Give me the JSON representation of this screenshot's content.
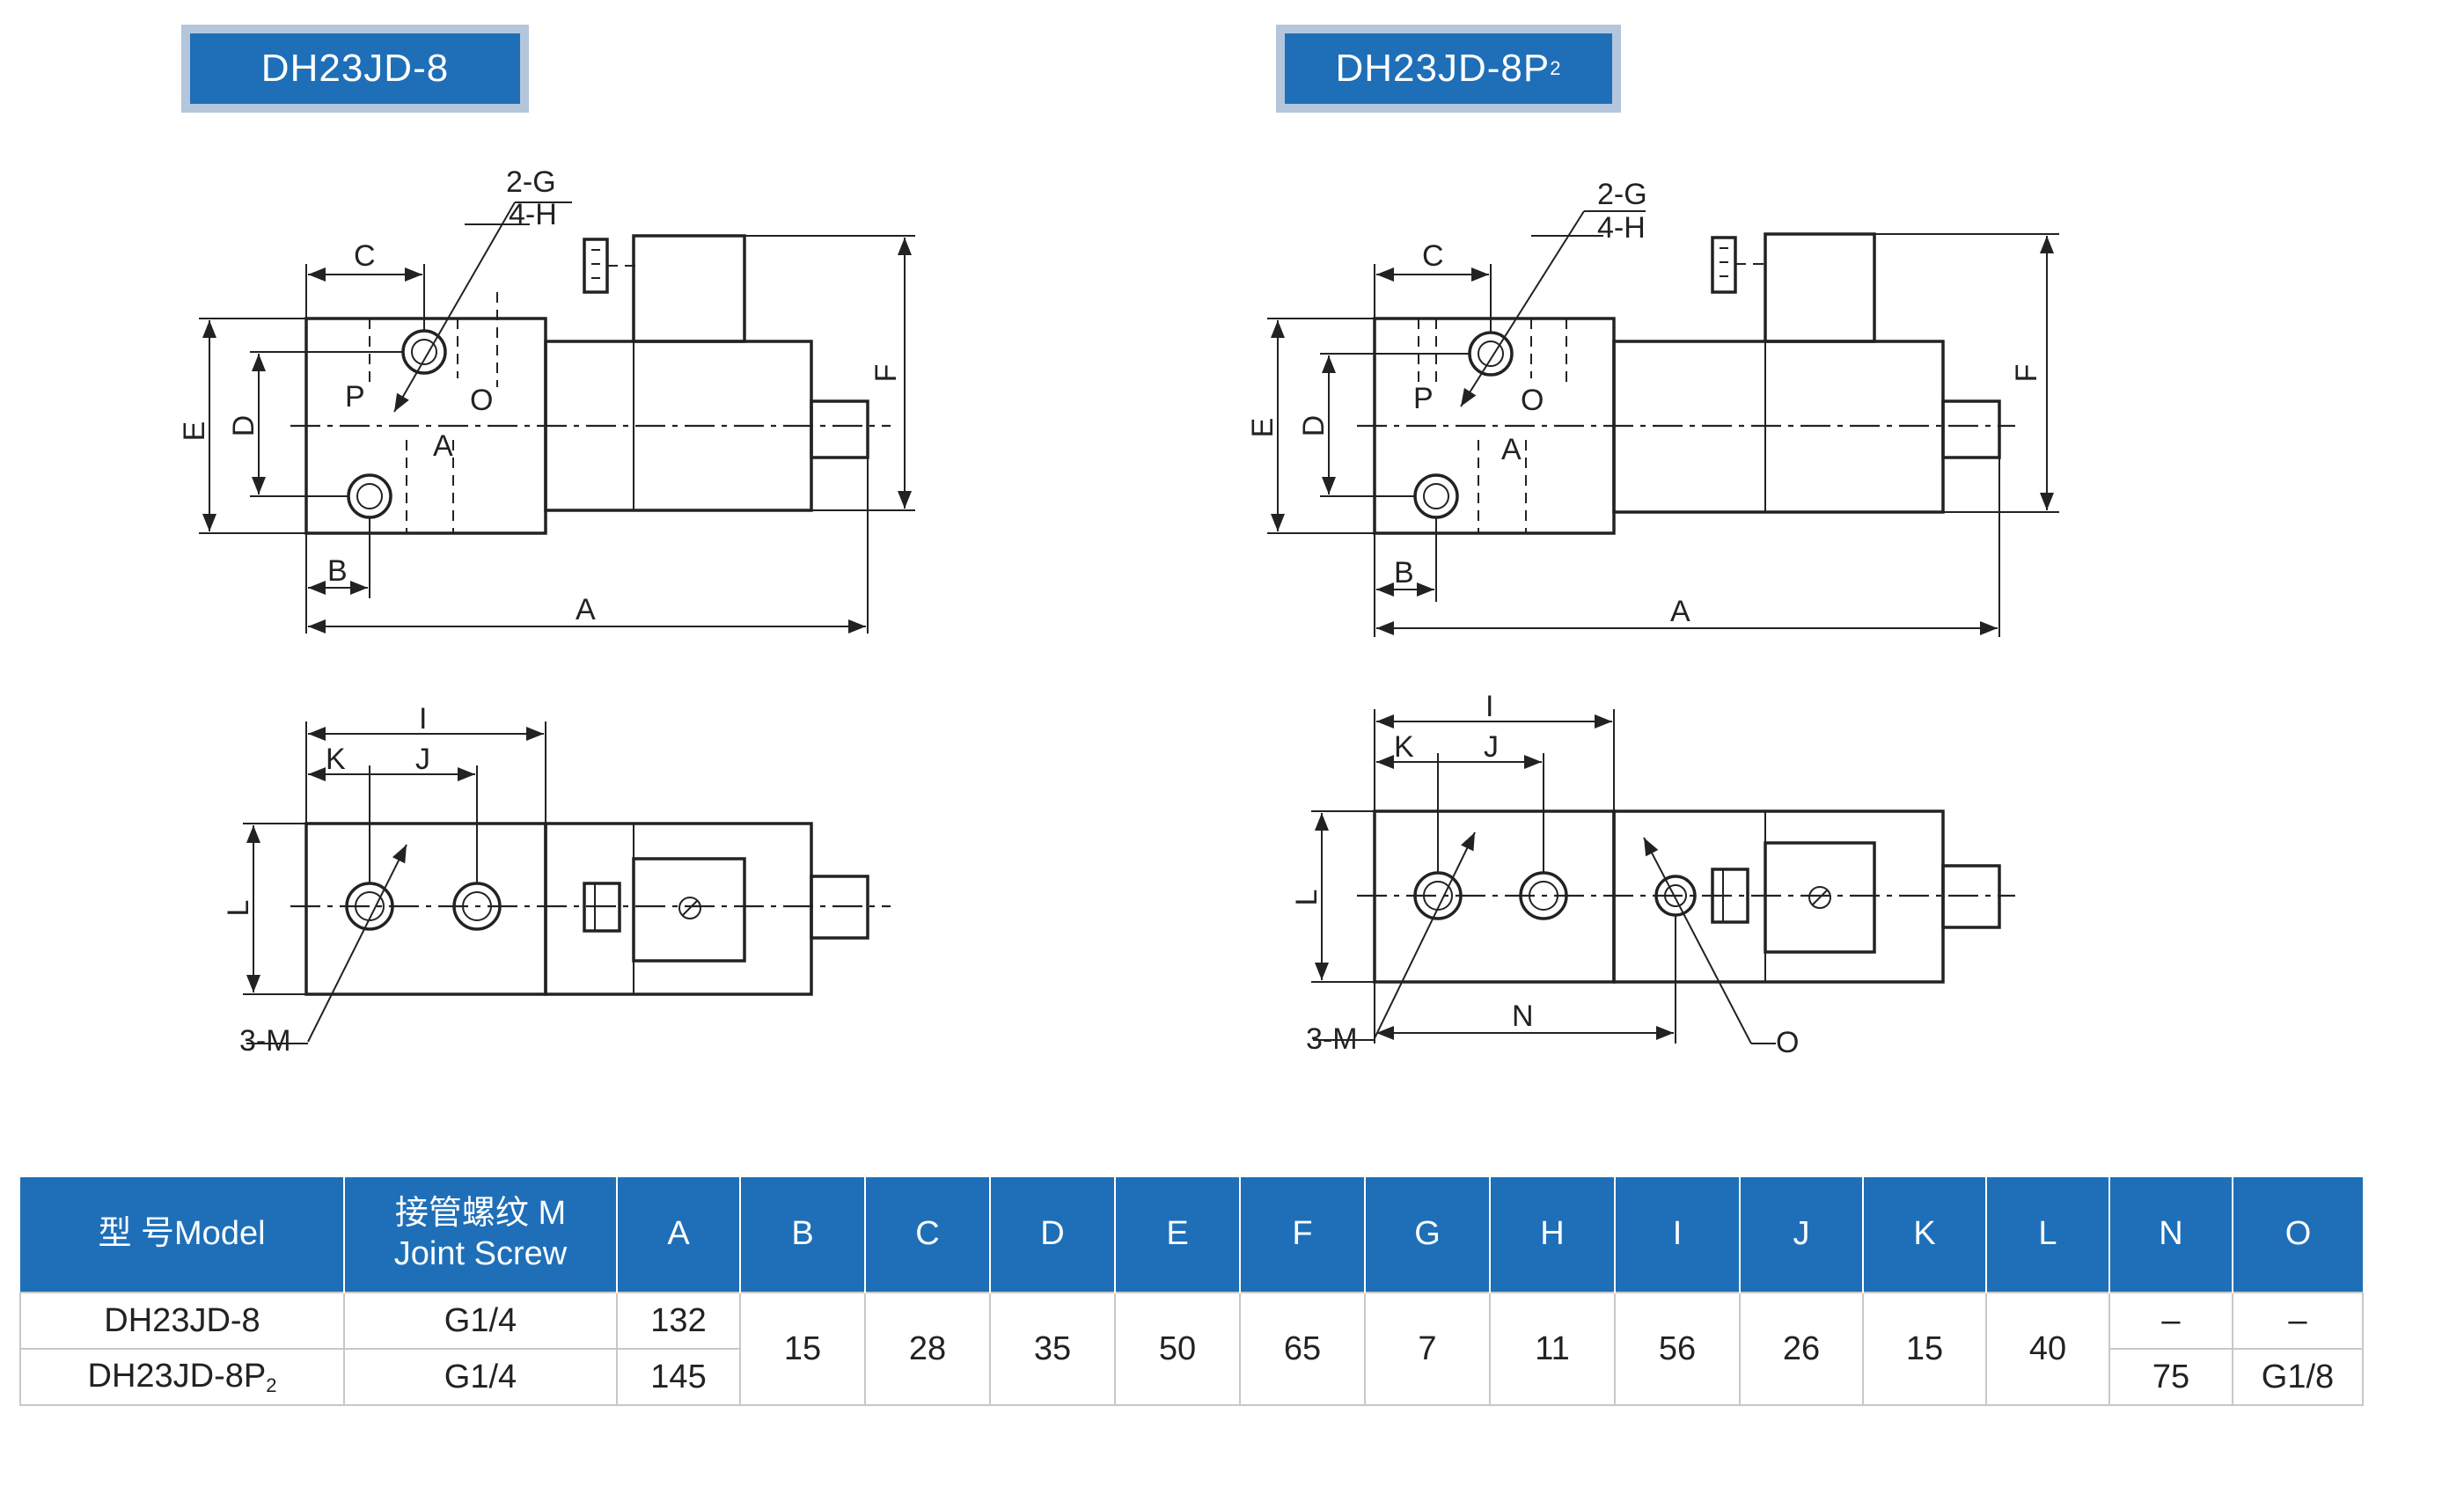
{
  "badges": {
    "left": {
      "text": "DH23JD-8"
    },
    "right": {
      "text": "DH23JD-8P",
      "sub": "2"
    }
  },
  "drawing_labels": {
    "g": "2-G",
    "h": "4-H",
    "c": "C",
    "p": "P",
    "o_port": "O",
    "a_port": "A",
    "e": "E",
    "d": "D",
    "f": "F",
    "b": "B",
    "a": "A",
    "i": "I",
    "k": "K",
    "j": "J",
    "l": "L",
    "m": "3-M",
    "n": "N",
    "o": "O"
  },
  "table": {
    "headers": [
      {
        "line1": "型 号Model",
        "line2": ""
      },
      {
        "line1": "接管螺纹  M",
        "line2": "Joint Screw"
      },
      {
        "line1": "A"
      },
      {
        "line1": "B"
      },
      {
        "line1": "C"
      },
      {
        "line1": "D"
      },
      {
        "line1": "E"
      },
      {
        "line1": "F"
      },
      {
        "line1": "G"
      },
      {
        "line1": "H"
      },
      {
        "line1": "I"
      },
      {
        "line1": "J"
      },
      {
        "line1": "K"
      },
      {
        "line1": "L"
      },
      {
        "line1": "N"
      },
      {
        "line1": "O"
      }
    ],
    "rows": [
      {
        "model": "DH23JD-8",
        "model_sub": "",
        "joint": "G1/4",
        "a": "132",
        "n": "–",
        "o": "–"
      },
      {
        "model": "DH23JD-8P",
        "model_sub": "2",
        "joint": "G1/4",
        "a": "145",
        "n": "75",
        "o": "G1/8"
      }
    ],
    "shared": {
      "b": "15",
      "c": "28",
      "d": "35",
      "e": "50",
      "f": "65",
      "g": "7",
      "h": "11",
      "i": "56",
      "j": "26",
      "k": "15",
      "l": "40"
    }
  },
  "colors": {
    "header_blue": "#1e6fb8",
    "badge_frame": "#b4c6dc"
  }
}
